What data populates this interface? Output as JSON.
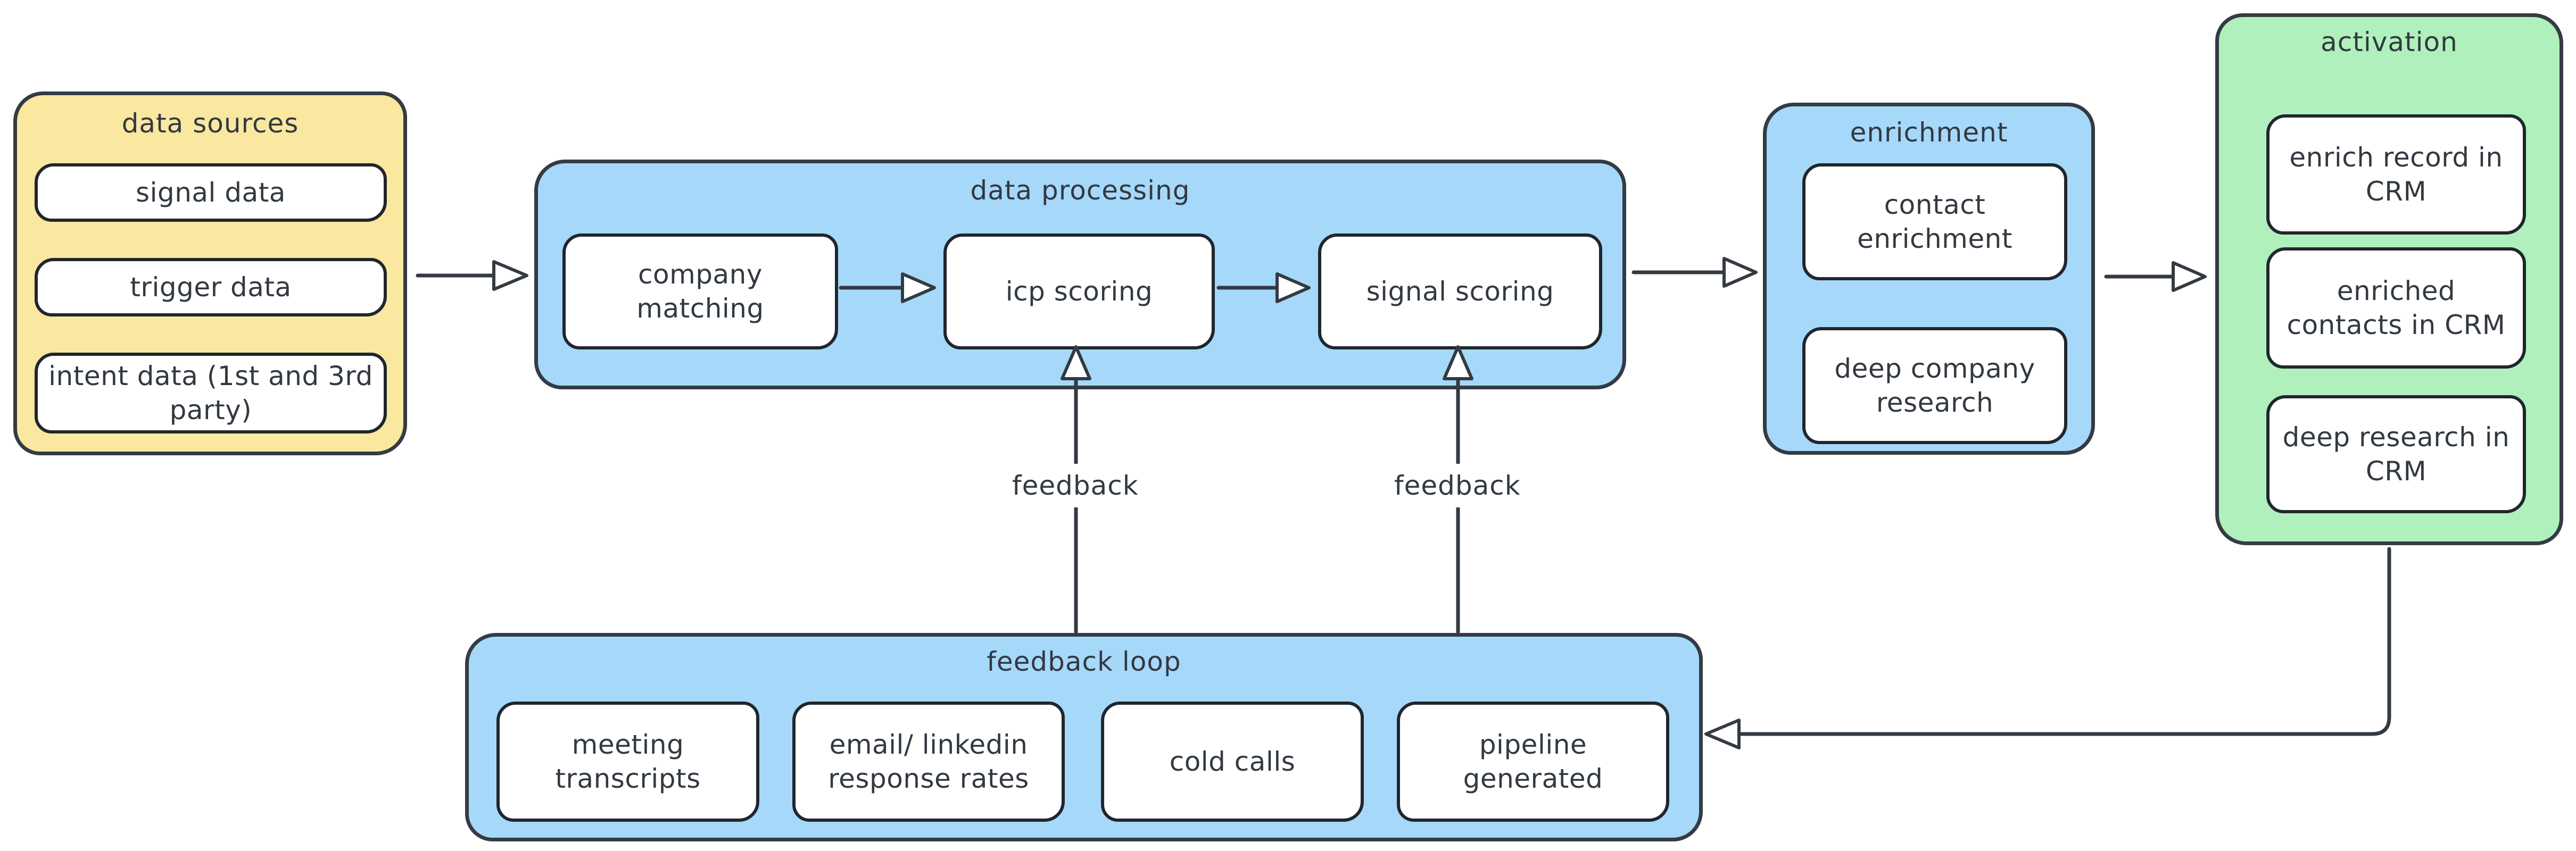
{
  "diagram": {
    "type": "flowchart",
    "groups": {
      "data_sources": {
        "title": "data sources",
        "color": "#fae7a0",
        "items": [
          "signal data",
          "trigger data",
          "intent data (1st and 3rd party)"
        ]
      },
      "data_processing": {
        "title": "data processing",
        "color": "#a6d8fa",
        "items": [
          "company matching",
          "icp scoring",
          "signal scoring"
        ]
      },
      "enrichment": {
        "title": "enrichment",
        "color": "#a6d8fa",
        "items": [
          "contact enrichment",
          "deep company research"
        ]
      },
      "activation": {
        "title": "activation",
        "color": "#b0f0bc",
        "items": [
          "enrich record in CRM",
          "enriched contacts in CRM",
          "deep research in CRM"
        ]
      },
      "feedback_loop": {
        "title": "feedback loop",
        "color": "#a6d8fa",
        "items": [
          "meeting transcripts",
          "email/ linkedin response rates",
          "cold calls",
          "pipeline generated"
        ]
      }
    },
    "edges": {
      "sources_to_processing": "",
      "company_matching_to_icp": "",
      "icp_to_signal": "",
      "processing_to_enrichment": "",
      "enrichment_to_activation": "",
      "activation_to_feedback_loop": "",
      "feedback_to_icp_label": "feedback",
      "feedback_to_signal_label": "feedback"
    },
    "colors": {
      "background": "#ffffff",
      "yellow_fill": "#fae7a0",
      "blue_fill": "#a6d8fa",
      "green_fill": "#b0f0bc",
      "group_stroke": "#343b44",
      "node_stroke": "#20262d",
      "arrow_stroke": "#333a42",
      "text": "#323941",
      "node_fill": "#ffffff"
    }
  }
}
